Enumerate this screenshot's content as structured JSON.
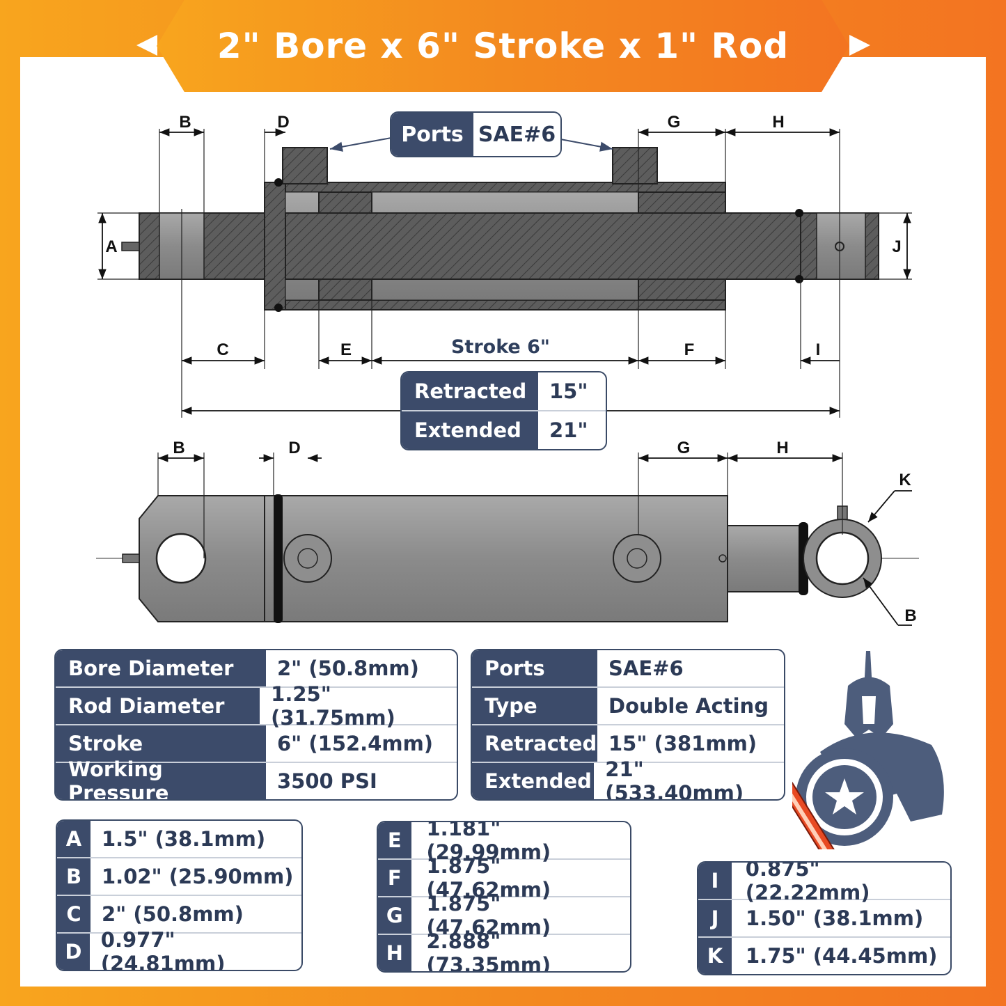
{
  "header": {
    "title": "2\" Bore x 6\" Stroke x 1\" Rod"
  },
  "top_drawing": {
    "ports_label": "Ports",
    "ports_value": "SAE#6",
    "dim_labels": {
      "A": "A",
      "B": "B",
      "C": "C",
      "D": "D",
      "E": "E",
      "F": "F",
      "G": "G",
      "H": "H",
      "I": "I",
      "J": "J"
    },
    "stroke_label": "Stroke 6\"",
    "lengths": [
      {
        "label": "Retracted",
        "value": "15\""
      },
      {
        "label": "Extended",
        "value": "21\""
      }
    ]
  },
  "side_drawing": {
    "dim_labels": {
      "B": "B",
      "D": "D",
      "G": "G",
      "H": "H",
      "K": "K",
      "B2": "B"
    }
  },
  "specs_left": [
    {
      "label": "Bore Diameter",
      "value": "2\" (50.8mm)"
    },
    {
      "label": "Rod Diameter",
      "value": "1.25\" (31.75mm)"
    },
    {
      "label": "Stroke",
      "value": "6\" (152.4mm)"
    },
    {
      "label": "Working Pressure",
      "value": "3500 PSI"
    }
  ],
  "specs_right": [
    {
      "label": "Ports",
      "value": "SAE#6"
    },
    {
      "label": "Type",
      "value": "Double Acting"
    },
    {
      "label": "Retracted",
      "value": "15\" (381mm)"
    },
    {
      "label": "Extended",
      "value": "21\" (533.40mm)"
    }
  ],
  "dims_1": [
    {
      "label": "A",
      "value": "1.5\" (38.1mm)"
    },
    {
      "label": "B",
      "value": "1.02\" (25.90mm)"
    },
    {
      "label": "C",
      "value": "2\" (50.8mm)"
    },
    {
      "label": "D",
      "value": "0.977\" (24.81mm)"
    }
  ],
  "dims_2": [
    {
      "label": "E",
      "value": "1.181\" (29.99mm)"
    },
    {
      "label": "F",
      "value": "1.875\" (47.62mm)"
    },
    {
      "label": "G",
      "value": "1.875\" (47.62mm)"
    },
    {
      "label": "H",
      "value": "2.888\" (73.35mm)"
    }
  ],
  "dims_3": [
    {
      "label": "I",
      "value": "0.875\" (22.22mm)"
    },
    {
      "label": "J",
      "value": "1.50\" (38.1mm)"
    },
    {
      "label": "K",
      "value": "1.75\" (44.45mm)"
    }
  ],
  "colors": {
    "orange": "#f38a1f",
    "navy": "#3c4b6a",
    "steel": "#8c8c8c"
  },
  "logo": {
    "icon": "spartan-warrior-icon"
  }
}
